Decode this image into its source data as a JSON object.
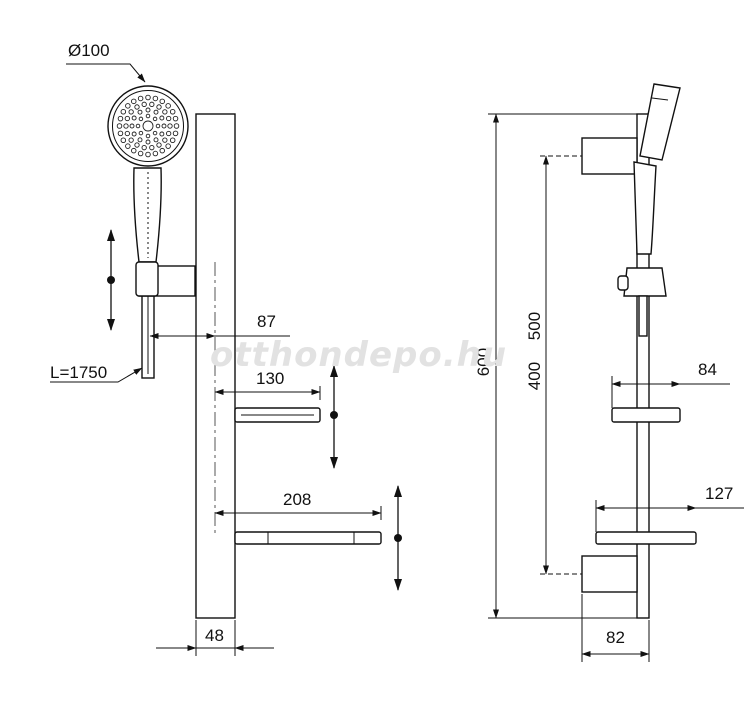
{
  "watermark": "otthondepo.hu",
  "front_view": {
    "head_diameter": "Ø100",
    "hose_length": "L=1750",
    "offset_87": "87",
    "shelf_small": "130",
    "shelf_large": "208",
    "bar_width": "48"
  },
  "side_view": {
    "total_height": "600",
    "range_500": "500",
    "range_400": "400",
    "shelf_small_depth": "84",
    "shelf_large_depth": "127",
    "bracket_depth": "82"
  },
  "colors": {
    "line": "#111111",
    "watermark": "#e2e2e2",
    "background": "#ffffff"
  }
}
